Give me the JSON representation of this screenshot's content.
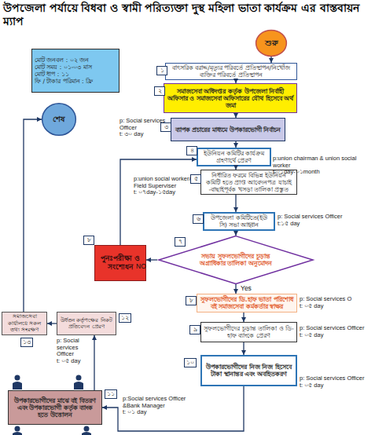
{
  "diagram": {
    "title": "উপজেলা পর্যায়ে বিধবা ও স্বামী পরিত্যক্তা দুস্থ মহিলা ভাতা কার্যক্রম এর বাস্তবায়ন ম্যাপ",
    "nodes": [
      {
        "text": [
          "মোট জনবল : ০২ জন",
          "মোট সময় : ০১-০৩ মাস",
          "মোট ধাপ : ১১",
          "ফি / টাকার পরিমান : ফ্রি"
        ]
      },
      {
        "text": [
          "শুরু"
        ]
      },
      {
        "text": [
          "শেষ"
        ]
      },
      {
        "text": [
          "বাৎসরিক বরাদ্দ/মৃত্যুর পরিবর্তে প্রতিস্থাপন/নিখোঁজ ব্যক্তির পরিবর্তে প্রতিস্থাপন"
        ]
      },
      {
        "text": [
          "সমাজসেবা অধিদপ্তর কর্তৃক উপজেলা নির্বাহী অফিসার ও সমাজসেবা অফিসারের যৌথ হিসেবে অর্থ জমা"
        ]
      },
      {
        "text": [
          "ব্যাপক প্রচারের মাধ্যমে উপকারভোগী নির্বাচন"
        ]
      },
      {
        "text": [
          "ইউনিয়ন কমিটির কার্যক্রম গ্রহণার্থে প্রেরণ"
        ]
      },
      {
        "text": [
          "নির্ধারিত ফরমে বিভিন্ন ইউনিয়ন কমিটি হতে প্রাপ্ত আবেদনপত্র যাচাই -বাছাইপূর্বক খসড়া তালিকা প্রস্তুত"
        ]
      },
      {
        "text": [
          "উপজেলা কমিটিতে(ইউ সি) সভা আহ্বান"
        ]
      },
      {
        "text": [
          "সভায় সুফলভোগীদের চূড়ান্ত অগ্রাধিকার তালিকা অনুমোদন"
        ]
      },
      {
        "text": [
          "পুনঃপরীক্ষা ও সংশোধন"
        ]
      },
      {
        "text": [
          "সুফলভোগীদের ডি.হাফ ভাতা পরিশোধ বই সমাজসেবা কর্মকর্তার স্বাক্ষর"
        ]
      },
      {
        "text": [
          "সুফলভোগীদের চূড়ান্ত তালিকা ও ডি-হাফ ব্যাংকে প্রেরণ"
        ]
      },
      {
        "text": [
          "উপকারভোগীদের নিজ নিজ হিসেবে টাকা স্থানান্তর এবং অবহিতকরণ"
        ]
      },
      {
        "text": [
          "সমাজসেবা কার্যালয়ে সকল তথ্য সংরক্ষণ"
        ]
      },
      {
        "text": [
          "উর্ধতন কর্তৃপক্ষের নিকট প্রতিবেদন প্রেরণ"
        ]
      },
      {
        "text": [
          "উপকারভোগীদের মাঝে বই বিতরণ এবং উপকারভোগী কর্তৃক ব্যাংক হতে উত্তোলন"
        ]
      }
    ],
    "edges": [
      {
        "from": 1,
        "to": 3,
        "arrow": "to"
      },
      {
        "from": 3,
        "to": 4,
        "arrow": "to"
      },
      {
        "from": 4,
        "to": 5,
        "arrow": "to"
      },
      {
        "from": 5,
        "to": 6,
        "arrow": "to"
      },
      {
        "from": 6,
        "to": 7,
        "arrow": "to"
      },
      {
        "from": 7,
        "to": 8,
        "arrow": "to"
      },
      {
        "from": 8,
        "to": 9,
        "arrow": "to"
      },
      {
        "from": 9,
        "to": 11,
        "label": "Yes",
        "arrow": "to"
      },
      {
        "from": 9,
        "to": 10,
        "label": "NO",
        "arrow": "to"
      },
      {
        "from": 10,
        "to": 6,
        "arrow": "to"
      },
      {
        "from": 11,
        "to": 12,
        "arrow": "to"
      },
      {
        "from": 12,
        "to": 13,
        "arrow": "to"
      },
      {
        "from": 13,
        "to": 16,
        "arrow": "to"
      },
      {
        "from": 16,
        "to": 15,
        "arrow": "to"
      },
      {
        "from": 15,
        "to": 14,
        "arrow": "to"
      },
      {
        "from": 14,
        "to": 2,
        "arrow": "to"
      }
    ],
    "labels": [
      "১",
      "২",
      "৩",
      "৪",
      "৫",
      "৬",
      "৭",
      "৮",
      "৮",
      "৯",
      "১০",
      "১১",
      "১২",
      "১৩",
      "p: Social services Officer",
      "t: ৩০ day",
      "p:union chairman & union social worker",
      "t:০১day-০১month",
      "p:union social worker/ Field Superviser",
      "t: ০৭day-১৫day",
      "p: Social services Officer",
      "t:১৫ day",
      "p: Social services O",
      "t: ০৫ day",
      "p: Social services Officer",
      "t: ০৫ day",
      "p: Social services Officer",
      "t: ০৫ day",
      "p:Social services Officer &Bank Manager",
      "t: ০১ day",
      "p: Social services Officer",
      "t: ০৫ day"
    ]
  }
}
